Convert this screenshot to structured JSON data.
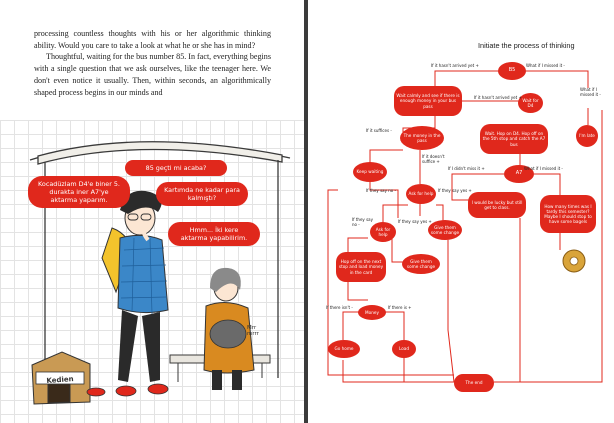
{
  "left_page": {
    "paragraph_1": "processing countless thoughts with his or her algorithmic thinking ability. Would you care to take a look at what he or she has in mind?",
    "paragraph_2": "Thoughtful, waiting for the bus number 85. In fact, everything begins with a single question that we ask ourselves, like the teenager here. We don't even notice it usually. Then, within seconds, an algorithmically shaped process begins in our minds and",
    "speech_bubbles": {
      "bus_stop_question": "Kocadüzlam D4'e biner 5. durakta iner A7'ye aktarma yaparım.",
      "bus_passed": "85 geçti mi acaba?",
      "card_balance": "Kartımda ne kadar para kalmıştı?",
      "transfer": "Hmm... İki kere aktarma yapabilirim."
    },
    "kennel_label": "Kedien",
    "cat_sound": "Mrr mrrr"
  },
  "right_page": {
    "title": "Initiate the process of thinking",
    "nodes": {
      "b5": "B5",
      "wait_calmly": "Wait calmly and see if there is enough money in your bus pass",
      "wait_for_d4": "Wait for D4",
      "money_in_pass": "The money in the pass",
      "wait_hop_d4": "Wait. Hop on D4. Hop off on the 5th stop and catch the A7 bus",
      "late": "I'm late",
      "keep_waiting": "Keep waiting",
      "a7": "A7",
      "ask_for_help": "Ask for help",
      "lucky": "I would be lucky but still get to class.",
      "how_many": "How many times was I tardy this semester? Maybe I should stop to have some bagels",
      "ask_for_help_2": "Ask for help",
      "give_change_1": "Give them some change",
      "hop_off": "Hop off on the next stop and load money in the card",
      "give_change_2": "Give them some change",
      "money": "Money",
      "go_home": "Go home",
      "load": "Load",
      "the_end": "The end"
    },
    "labels": {
      "hasnt_arrived": "If it hasn't arrived yet +",
      "what_if_missed": "What if I missed it -",
      "what_if_missed_2": "What if I missed it -",
      "hasnt_arrived_2": "If it hasn't arrived yet +",
      "suffices": "If it suffices -",
      "doesnt_suffice": "If it doesn't suffice +",
      "didnt_miss": "If I didn't miss it +",
      "what_if_missed_3": "What if I missed it -",
      "they_say_no": "If they say no -",
      "they_say_yes": "If they say yes +",
      "they_say_no_2": "If they say no -",
      "they_say_yes_2": "If they say yes +",
      "there_isnt": "If there isn't -",
      "there_is": "If there is +"
    }
  }
}
